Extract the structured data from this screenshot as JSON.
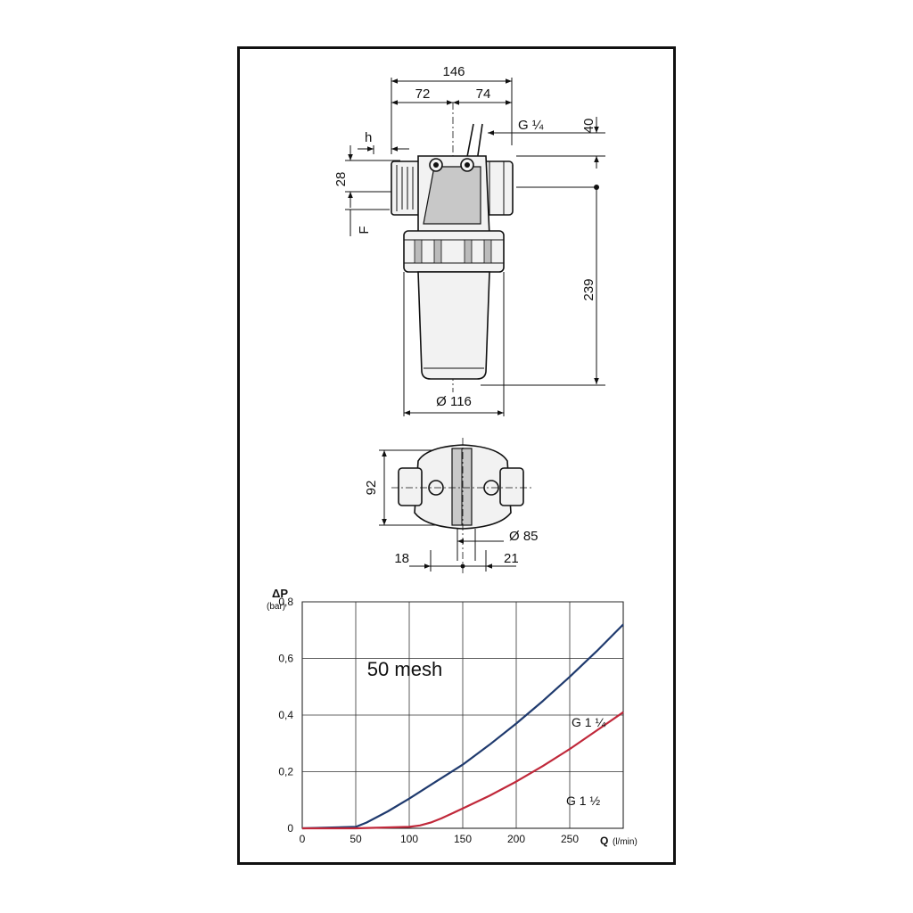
{
  "dimensions": {
    "total_width": "146",
    "left_width": "72",
    "right_width": "74",
    "port_gauge": "G ¼",
    "top_offset": "40",
    "h_label": "h",
    "thread_dim": "28",
    "f_label": "F",
    "height": "239",
    "bowl_diameter": "Ø 116",
    "bracket_width": "92",
    "bracket_hole": "Ø 85",
    "offset_left": "18",
    "offset_right": "21"
  },
  "chart_data": {
    "type": "line",
    "title": "50 mesh",
    "ylabel": "ΔP",
    "yunit": "(bar)",
    "xlabel": "Q",
    "xunit": "(l/min)",
    "xlim": [
      0,
      300
    ],
    "ylim": [
      0,
      0.8
    ],
    "x_ticks": [
      "0",
      "50",
      "100",
      "150",
      "200",
      "250"
    ],
    "y_ticks": [
      "0",
      "0,2",
      "0,4",
      "0,6",
      "0,8"
    ],
    "grid": true,
    "series": [
      {
        "name": "G 1 ¼",
        "color": "#1f3a6e",
        "x": [
          0,
          50,
          60,
          80,
          100,
          125,
          150,
          175,
          200,
          225,
          250,
          275,
          300
        ],
        "y": [
          0,
          0.005,
          0.02,
          0.06,
          0.105,
          0.165,
          0.225,
          0.295,
          0.37,
          0.45,
          0.535,
          0.625,
          0.72
        ]
      },
      {
        "name": "G 1 ½",
        "color": "#c0283a",
        "x": [
          0,
          50,
          100,
          110,
          120,
          130,
          150,
          175,
          200,
          225,
          250,
          275,
          300
        ],
        "y": [
          0,
          0,
          0.005,
          0.01,
          0.02,
          0.035,
          0.07,
          0.115,
          0.165,
          0.22,
          0.28,
          0.345,
          0.41
        ]
      }
    ]
  }
}
